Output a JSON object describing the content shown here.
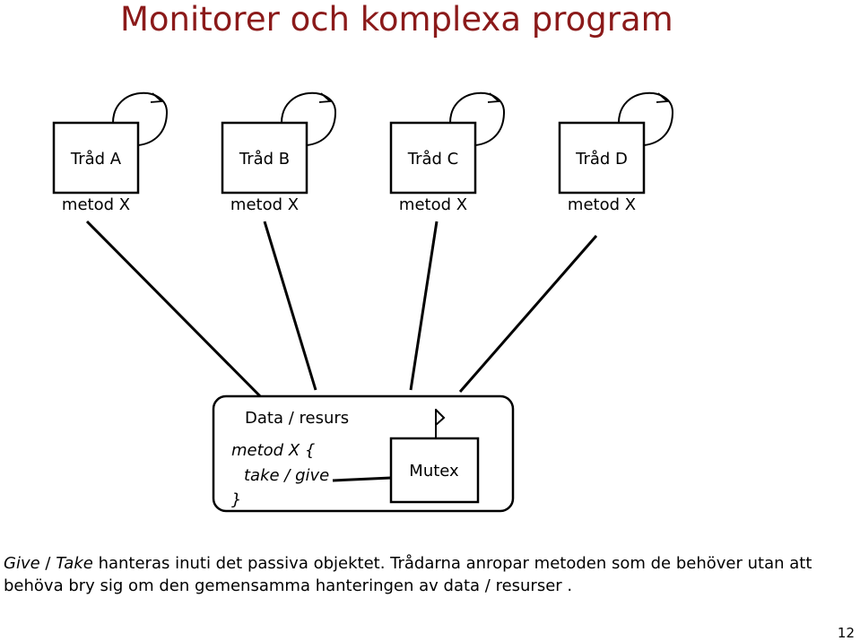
{
  "title": "Monitorer och komplexa program",
  "threads": [
    {
      "name": "Tråd A",
      "method": "metod X"
    },
    {
      "name": "Tråd B",
      "method": "metod X"
    },
    {
      "name": "Tråd C",
      "method": "metod X"
    },
    {
      "name": "Tråd D",
      "method": "metod X"
    }
  ],
  "monitor": {
    "label": "Data / resurs",
    "code_line1": "metod X {",
    "code_line2": "take / give",
    "code_line3": "}",
    "mutex": "Mutex"
  },
  "caption": {
    "give": "Give",
    "slash": " / ",
    "take": "Take",
    "rest": " hanteras inuti det passiva objektet. Trådarna anropar metoden som de behöver utan att behöva bry sig om den gemensamma hanteringen av data / resurser ."
  },
  "page_number": "12"
}
